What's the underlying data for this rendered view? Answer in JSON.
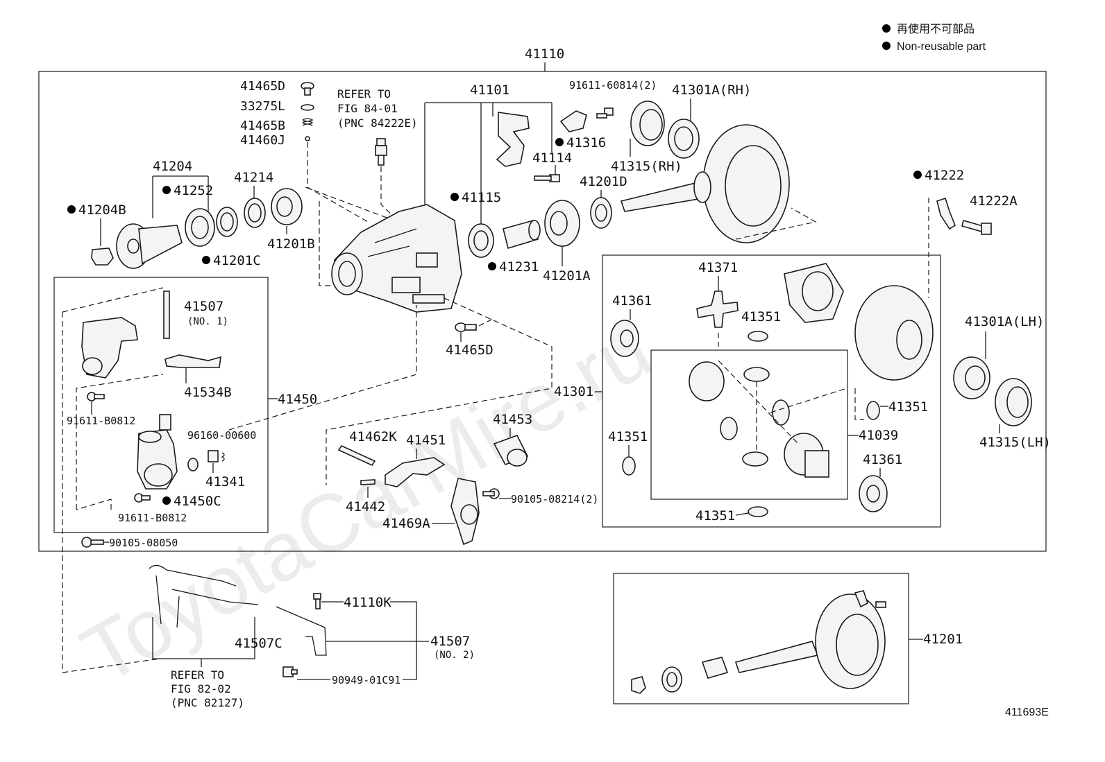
{
  "legend": {
    "dot_color": "#000000",
    "items": [
      "再使用不可部品",
      "Non-reusable part"
    ]
  },
  "watermark": "ToyotaCarMire.ru",
  "figure_code": "411693E",
  "parts": {
    "main": "41110",
    "p41465D_top": "41465D",
    "p33275L": "33275L",
    "p41465B": "41465B",
    "p41460J": "41460J",
    "refer1": [
      "REFER TO",
      "FIG 84-01",
      "(PNC 84222E)"
    ],
    "p41101": "41101",
    "p91611_60814": "91611-60814(2)",
    "p41301A_RH": "41301A(RH)",
    "p41316": "41316",
    "p41114": "41114",
    "p41315_RH": "41315(RH)",
    "p41204": "41204",
    "p41252": "41252",
    "p41214": "41214",
    "p41204B": "41204B",
    "p41201C": "41201C",
    "p41201B": "41201B",
    "p41115": "41115",
    "p41231": "41231",
    "p41201A": "41201A",
    "p41201D": "41201D",
    "p41222": "41222",
    "p41222A": "41222A",
    "p41507_1": "41507",
    "p41507_1_sub": "(NO. 1)",
    "p41534B": "41534B",
    "p41450": "41450",
    "p91611_B0812_a": "91611-B0812",
    "p96160_00600": "96160-00600",
    "p41341": "41341",
    "p41450C": "41450C",
    "p91611_B0812_b": "91611-B0812",
    "p90105_08050": "90105-08050",
    "p41465D_mid": "41465D",
    "p41371": "41371",
    "p41361_a": "41361",
    "p41351_a": "41351",
    "p41301": "41301",
    "p41351_b": "41351",
    "p41351_c": "41351",
    "p41039": "41039",
    "p41361_b": "41361",
    "p41351_d": "41351",
    "p41301A_LH": "41301A(LH)",
    "p41315_LH": "41315(LH)",
    "p41453": "41453",
    "p41462K": "41462K",
    "p41451": "41451",
    "p41442": "41442",
    "p90105_08214": "90105-08214(2)",
    "p41469A": "41469A",
    "p41110K": "41110K",
    "p41507C": "41507C",
    "p41507_2": "41507",
    "p41507_2_sub": "(NO. 2)",
    "p90949_01C91": "90949-01C91",
    "refer2": [
      "REFER TO",
      "FIG 82-02",
      "(PNC 82127)"
    ],
    "p41201": "41201"
  }
}
